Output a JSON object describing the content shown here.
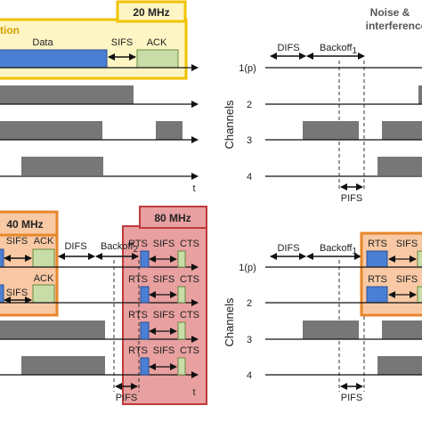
{
  "panels": {
    "top_left": {
      "band_label": "20 MHz",
      "group_label_fragment": "tion",
      "data_label": "Data",
      "sifs_label": "SIFS",
      "ack_label": "ACK",
      "time_label": "t"
    },
    "top_right": {
      "title_line1": "Noise &",
      "title_line2": "interference",
      "difs_label": "DIFS",
      "backoff_label": "Backoff",
      "backoff_sub": "1",
      "pifs_label": "PIFS"
    },
    "bottom_left": {
      "band_40_label": "40 MHz",
      "band_80_label": "80 MHz",
      "sifs_label": "SIFS",
      "ack_label": "ACK",
      "difs_label": "DIFS",
      "backoff_label": "Backoff",
      "backoff_sub": "2",
      "rts_label": "RTS",
      "cts_label": "CTS",
      "pifs_label": "PIFS",
      "time_label": "t"
    },
    "bottom_right": {
      "difs_label": "DIFS",
      "backoff_label": "Backoff",
      "backoff_sub": "1",
      "rts_label": "RTS",
      "sifs_label": "SIFS",
      "pifs_label": "PIFS"
    }
  },
  "channels_axis_label": "Channels",
  "channel_labels": [
    "1(p)",
    "2",
    "3",
    "4"
  ],
  "colors": {
    "yellow_fill": "#fdf5c4",
    "yellow_stroke": "#f2c200",
    "orange_fill": "#f8c9a4",
    "orange_stroke": "#e8862a",
    "red_fill": "#e8a0a0",
    "red_stroke": "#c0393b",
    "data_blue": "#4a7fd4",
    "ack_green": "#c8dca8",
    "busy_gray": "#777777"
  }
}
